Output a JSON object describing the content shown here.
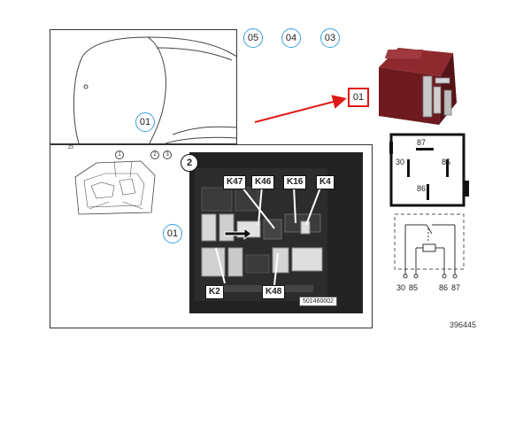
{
  "callouts": {
    "c05": "05",
    "c04": "04",
    "c03": "03",
    "c01_car": "01",
    "c01_relay": "01",
    "c01_fuse": "01"
  },
  "detail_panel": {
    "number": "2",
    "small_label": "Z3",
    "markers": [
      "1",
      "2",
      "3"
    ]
  },
  "relay_labels": {
    "k47": "K47",
    "k46": "K46",
    "k16": "K16",
    "k4": "K4",
    "k2": "K2",
    "k48": "K48"
  },
  "photo_code": "501460002",
  "relay_pins": {
    "p87": "87",
    "p30": "30",
    "p85": "85",
    "p86": "86"
  },
  "schematic_pins": [
    "30",
    "85",
    "86",
    "87"
  ],
  "ref_number": "396445",
  "colors": {
    "callout_blue": "#3aa0e0",
    "highlight_red": "#e01818",
    "relay_body": "#7a1e22"
  }
}
